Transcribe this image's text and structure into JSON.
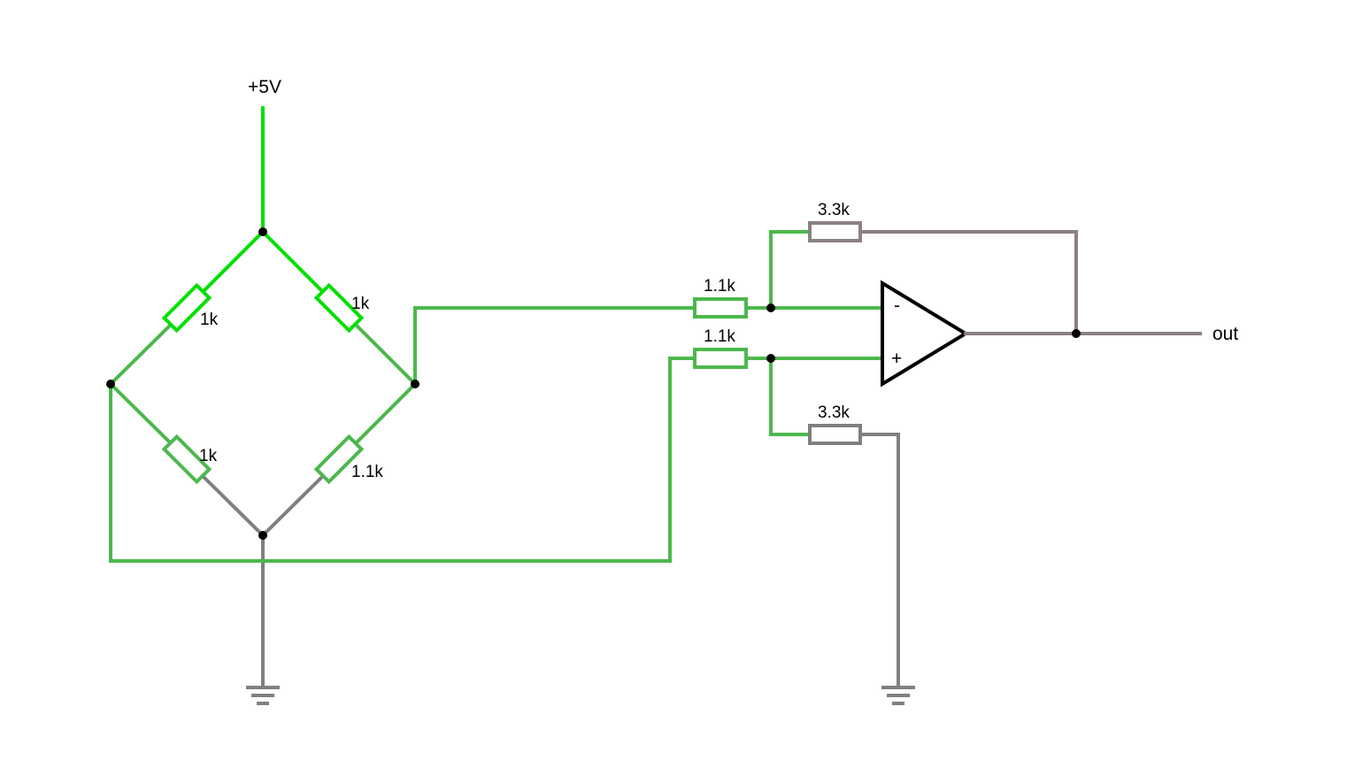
{
  "labels": {
    "supply": "+5V",
    "output": "out",
    "opamp_inverting": "-",
    "opamp_noninverting": "+"
  },
  "bridge": {
    "r_top_left": "1k",
    "r_top_right": "1k",
    "r_bottom_left": "1k",
    "r_bottom_right": "1.1k"
  },
  "amplifier": {
    "r_in_inverting": "1.1k",
    "r_in_noninverting": "1.1k",
    "r_feedback": "3.3k",
    "r_ground": "3.3k"
  },
  "colors": {
    "supply_wire": "#00e000",
    "signal_wire": "#4cb84c",
    "ground_wire": "#808080",
    "output_wire": "#8c8080",
    "component": "#000000"
  }
}
